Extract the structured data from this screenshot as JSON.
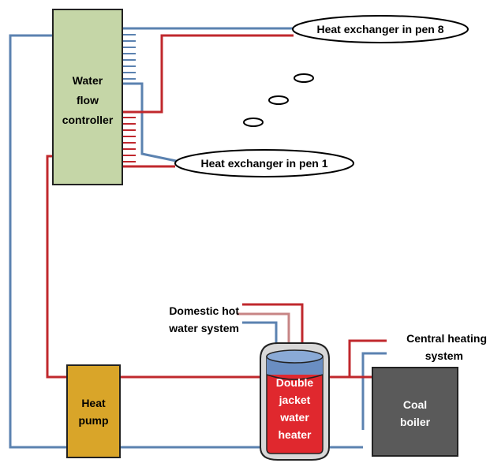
{
  "controller": {
    "line1": "Water",
    "line2": "flow",
    "line3": "controller"
  },
  "pen8": {
    "label": "Heat exchanger in pen 8"
  },
  "pen1": {
    "label": "Heat exchanger in pen 1"
  },
  "heat_pump": {
    "line1": "Heat",
    "line2": "pump"
  },
  "water_heater": {
    "line1": "Double",
    "line2": "jacket",
    "line3": "water",
    "line4": "heater"
  },
  "coal_boiler": {
    "line1": "Coal",
    "line2": "boiler"
  },
  "domestic": {
    "line1": "Domestic hot",
    "line2": "water system"
  },
  "central": {
    "line1": "Central heating",
    "line2": "system"
  },
  "colors": {
    "hot_pipe": "#c0282d",
    "cold_pipe": "#5b82b0",
    "controller_fill": "#c5d6a7",
    "heat_pump_fill": "#d9a529",
    "heater_red": "#e0282e",
    "heater_blue": "#6a8ec2",
    "boiler_fill": "#5a5a5a"
  }
}
